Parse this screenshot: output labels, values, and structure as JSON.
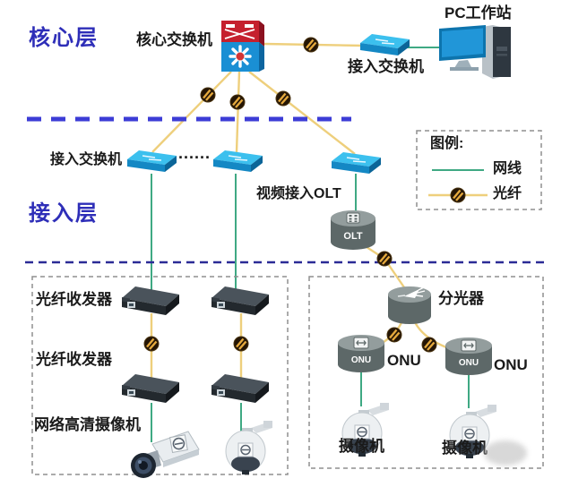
{
  "labels": {
    "core_layer": "核心层",
    "access_layer": "接入层",
    "core_switch": "核心交换机",
    "pc_workstation": "PC工作站",
    "access_switch_top": "接入交换机",
    "access_switch_row": "接入交换机",
    "ellipsis": "......",
    "video_olt": "视频接入OLT",
    "fiber_transceiver_row1": "光纤收发器",
    "fiber_transceiver_row2": "光纤收发器",
    "network_hd_camera": "网络高清摄像机",
    "splitter": "分光器",
    "onu_left": "ONU",
    "onu_right": "ONU",
    "camera_left": "摄像机",
    "camera_right": "摄像机"
  },
  "badges": {
    "olt": "OLT",
    "onu_left": "ONU",
    "onu_right": "ONU"
  },
  "legend": {
    "title": "图例:",
    "items": [
      {
        "label": "网线",
        "type": "network-cable"
      },
      {
        "label": "光纤",
        "type": "fiber-optic"
      }
    ]
  },
  "colors": {
    "layer_label": "#2e2eb8",
    "core_divider": "#3c3cd6",
    "access_divider": "#2b2b96",
    "network_cable": "#3fa983",
    "fiber_optic": "#eecf7c",
    "switch_cyan": "#3cc0ee",
    "core_switch_red": "#c5202e",
    "core_switch_blue": "#1a8fd4",
    "device_gray": "#5d6868"
  }
}
